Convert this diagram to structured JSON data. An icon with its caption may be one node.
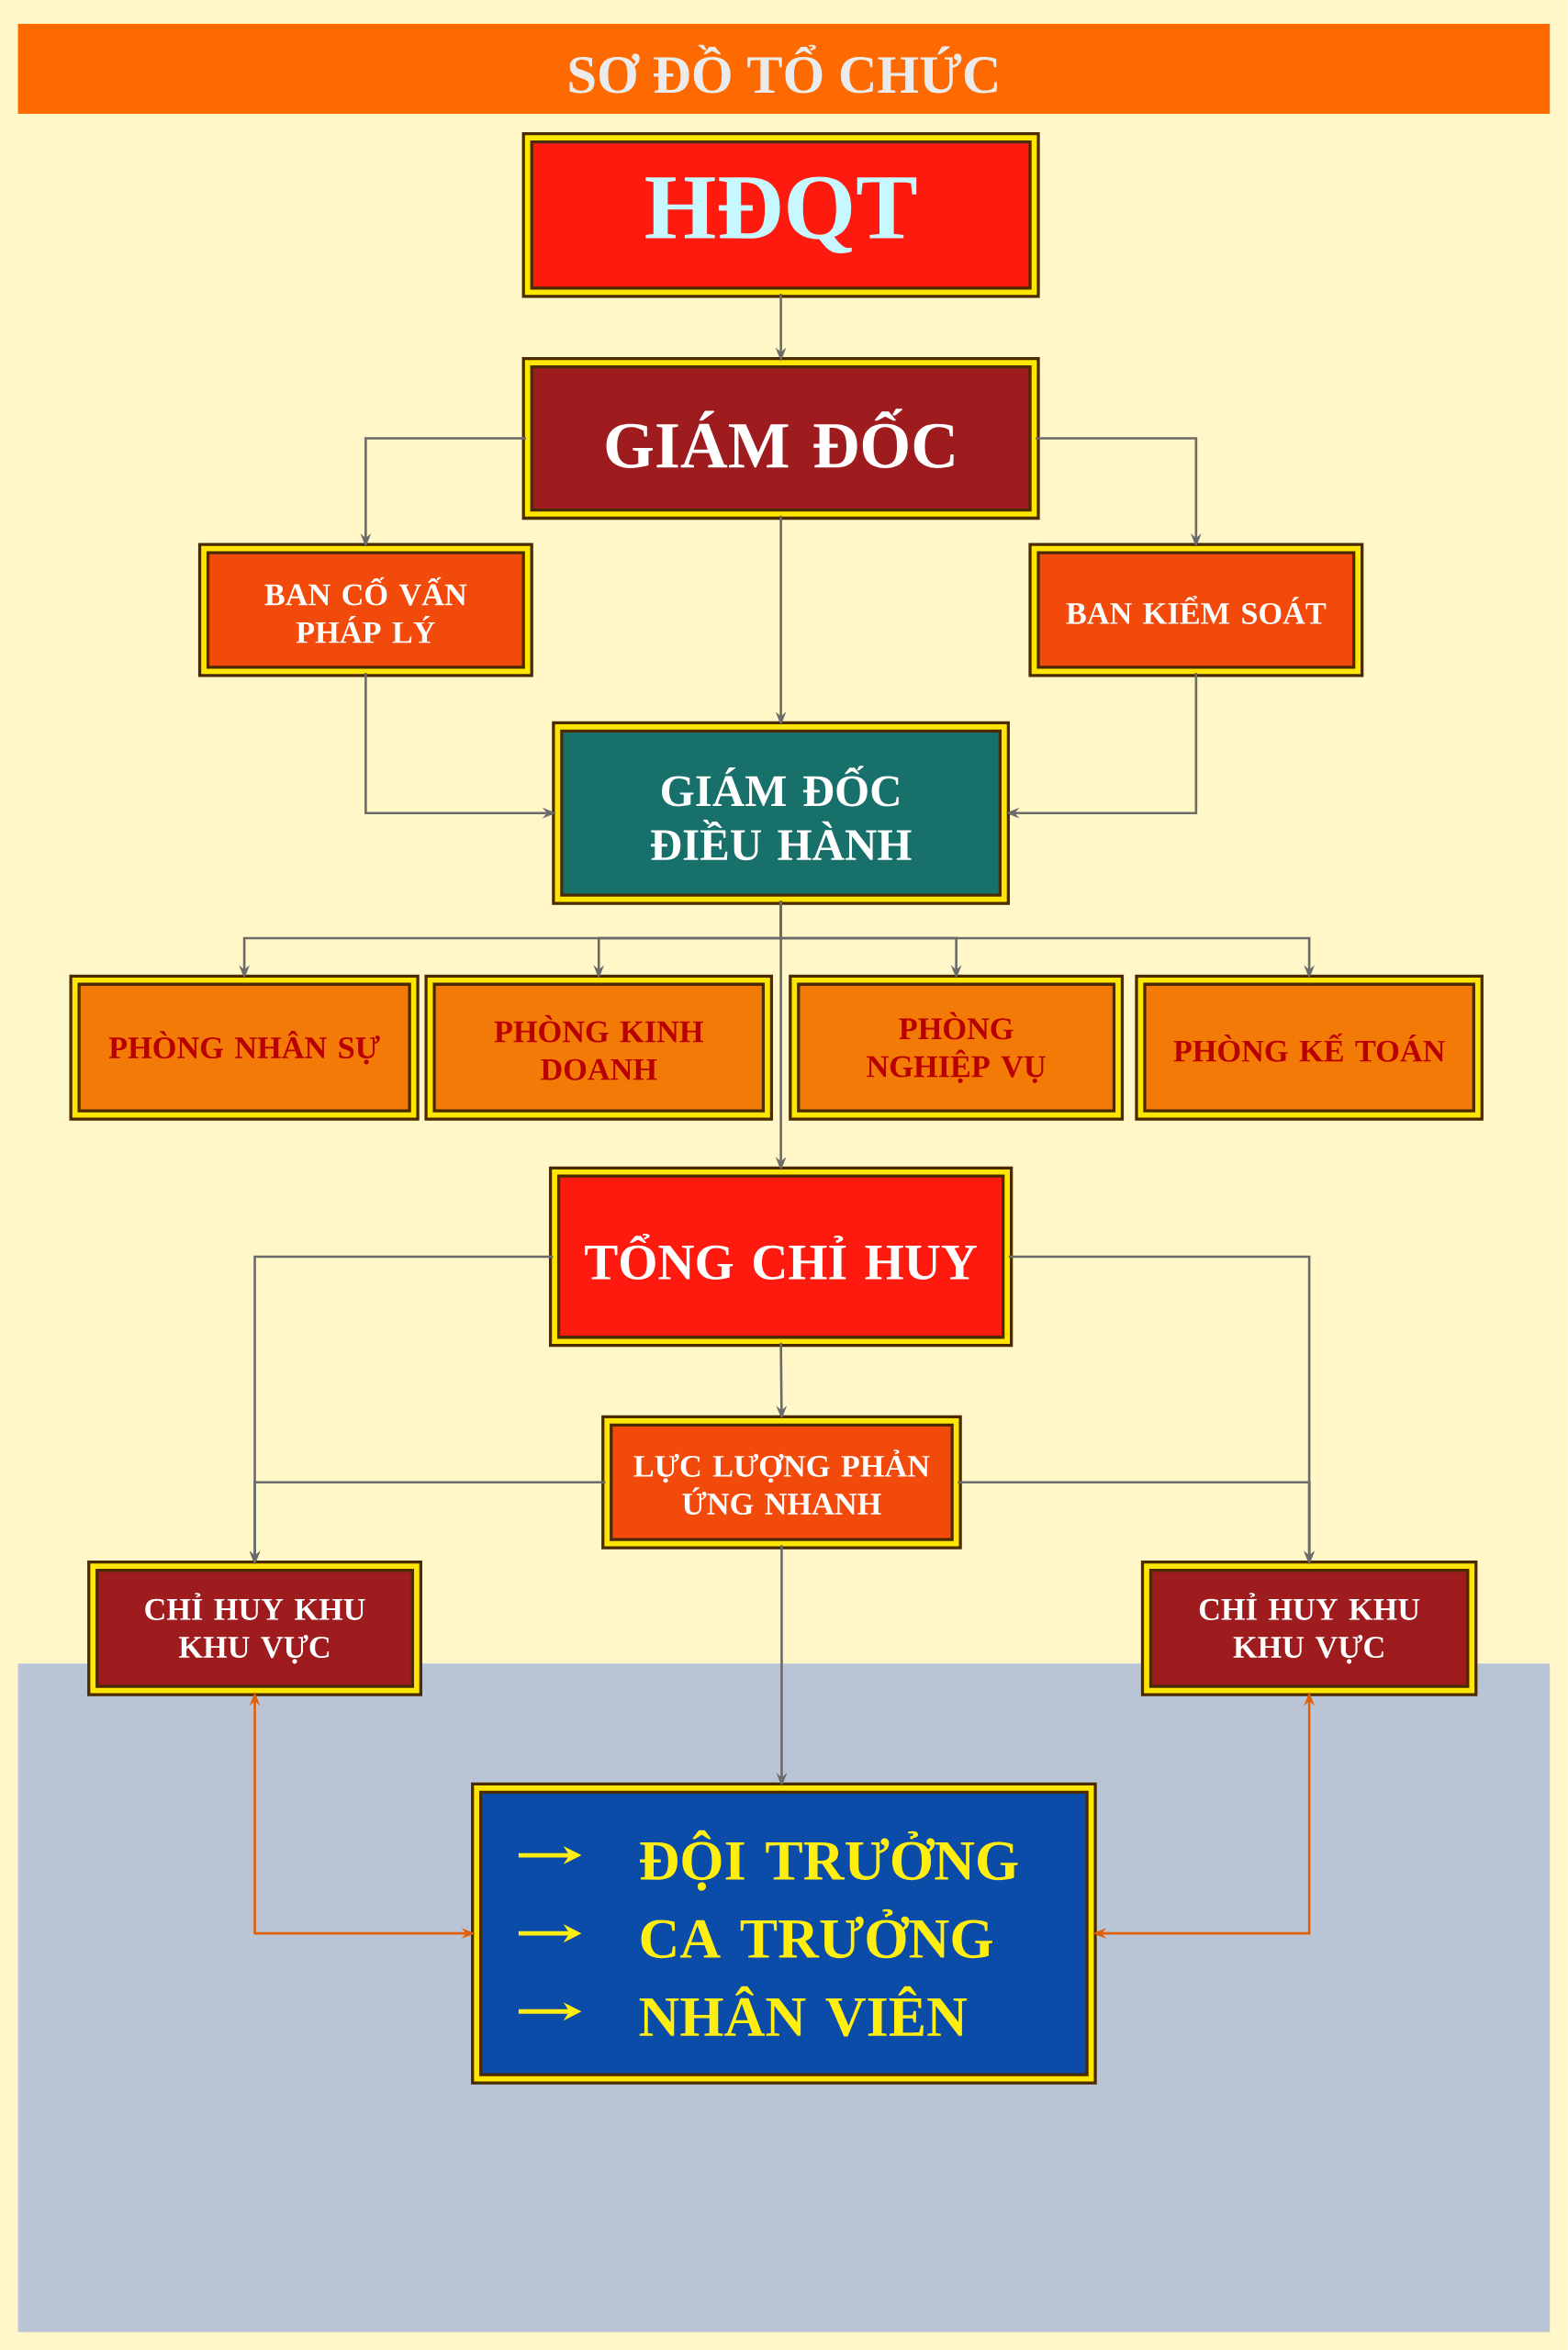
{
  "diagram": {
    "title": "SƠ ĐỒ TỔ CHỨC",
    "nodes": [
      {
        "text": [
          "HĐQT"
        ]
      },
      {
        "text": [
          "GIÁM ĐỐC"
        ]
      },
      {
        "text": [
          "BAN CỐ VẤN PHÁP LÝ"
        ]
      },
      {
        "text": [
          "BAN KIỂM SOÁT"
        ]
      },
      {
        "text": [
          "GIÁM ĐỐC ĐIỀU HÀNH"
        ]
      },
      {
        "text": [
          "PHÒNG NHÂN SỰ"
        ]
      },
      {
        "text": [
          "PHÒNG KINH DOANH"
        ]
      },
      {
        "text": [
          "PHÒNG NGHIỆP VỤ"
        ]
      },
      {
        "text": [
          "PHÒNG KẾ TOÁN"
        ]
      },
      {
        "text": [
          "TỔNG CHỈ HUY"
        ]
      },
      {
        "text": [
          "LỰC LƯỢNG PHẢN ỨNG NHANH"
        ]
      },
      {
        "text": [
          "CHỈ HUY KHU KHU VỰC"
        ]
      },
      {
        "text": [
          "CHỈ HUY KHU KHU VỰC"
        ]
      },
      {
        "text": [
          "ĐỘI TRƯỞNG",
          "CA TRƯỞNG",
          "NHÂN VIÊN"
        ]
      }
    ],
    "edges": [
      {
        "from": 0,
        "to": 1,
        "arrow": "to"
      },
      {
        "from": 1,
        "to": 2,
        "arrow": "to"
      },
      {
        "from": 1,
        "to": 3,
        "arrow": "to"
      },
      {
        "from": 1,
        "to": 4,
        "arrow": "to"
      },
      {
        "from": 2,
        "to": 4,
        "arrow": "to"
      },
      {
        "from": 3,
        "to": 4,
        "arrow": "to"
      },
      {
        "from": 4,
        "to": 5,
        "arrow": "to"
      },
      {
        "from": 4,
        "to": 6,
        "arrow": "to"
      },
      {
        "from": 4,
        "to": 7,
        "arrow": "to"
      },
      {
        "from": 4,
        "to": 8,
        "arrow": "to"
      },
      {
        "from": 4,
        "to": 9,
        "arrow": "to"
      },
      {
        "from": 9,
        "to": 10,
        "arrow": "to"
      },
      {
        "from": 9,
        "to": 11,
        "arrow": "to"
      },
      {
        "from": 9,
        "to": 12,
        "arrow": "to"
      },
      {
        "from": 10,
        "to": 11,
        "arrow": "to"
      },
      {
        "from": 10,
        "to": 12,
        "arrow": "to"
      },
      {
        "from": 10,
        "to": 13,
        "arrow": "to"
      },
      {
        "from": 11,
        "to": 13,
        "arrow": "both",
        "color": "#e0600a"
      },
      {
        "from": 12,
        "to": 13,
        "arrow": "both",
        "color": "#e0600a"
      }
    ]
  }
}
